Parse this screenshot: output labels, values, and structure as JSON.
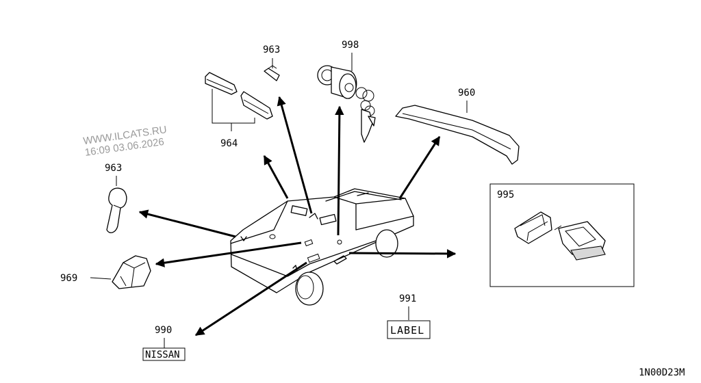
{
  "watermark": {
    "site": "WWW.ILCATS.RU",
    "timestamp": "16:09 03.06.2026"
  },
  "diagram_code": "1N00D23M",
  "callouts": {
    "p963_top": "963",
    "p998": "998",
    "p960": "960",
    "p964": "964",
    "p963_left": "963",
    "p995": "995",
    "p969": "969",
    "p991": "991",
    "p990": "990"
  },
  "badges": {
    "label_plate": "LABEL",
    "nissan_emblem": "NISSAN"
  }
}
